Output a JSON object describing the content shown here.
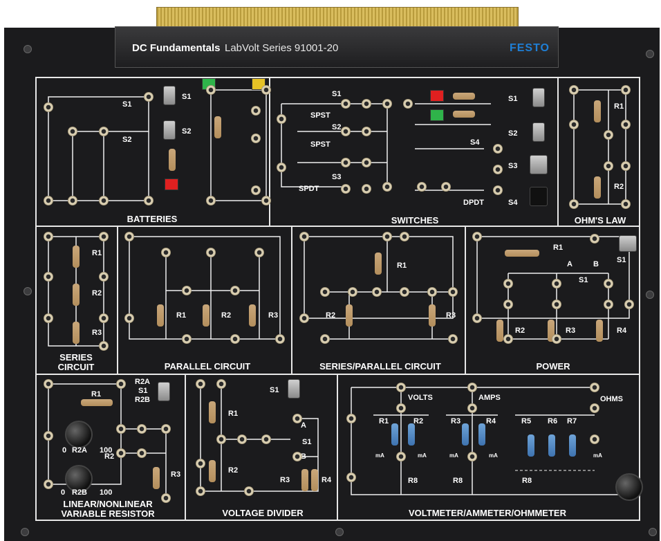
{
  "header": {
    "title_bold": "DC Fundamentals",
    "title_series": "LabVolt Series 91001-20",
    "brand": "FESTO"
  },
  "panels": {
    "batteries": "BATTERIES",
    "switches": "SWITCHES",
    "ohms_law": "OHM'S LAW",
    "series": "SERIES CIRCUIT",
    "parallel": "PARALLEL CIRCUIT",
    "series_parallel": "SERIES/PARALLEL CIRCUIT",
    "power": "POWER",
    "variable_resistor": "LINEAR/NONLINEAR VARIABLE RESISTOR",
    "voltage_divider": "VOLTAGE DIVIDER",
    "meters": "VOLTMETER/AMMETER/OHMMETER"
  },
  "labels": {
    "s1": "S1",
    "s2": "S2",
    "s3": "S3",
    "s4": "S4",
    "r1": "R1",
    "r2": "R2",
    "r3": "R3",
    "r4": "R4",
    "r5": "R5",
    "r6": "R6",
    "r7": "R7",
    "r8": "R8",
    "r2a": "R2A",
    "r2b": "R2B",
    "spst": "SPST",
    "spdt": "SPDT",
    "dpdt": "DPDT",
    "a": "A",
    "b": "B",
    "zero": "0",
    "hundred": "100",
    "volts": "VOLTS",
    "amps": "AMPS",
    "ohms": "OHMS",
    "ma": "mA"
  }
}
